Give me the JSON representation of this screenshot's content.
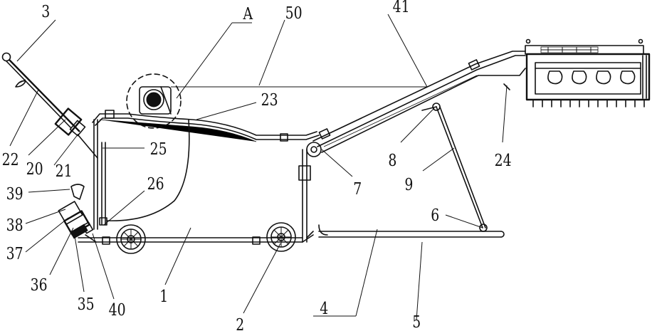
{
  "labels": [
    {
      "id": "3",
      "text": "3"
    },
    {
      "id": "A",
      "text": "A"
    },
    {
      "id": "50",
      "text": "50"
    },
    {
      "id": "41",
      "text": "41"
    },
    {
      "id": "23",
      "text": "23"
    },
    {
      "id": "25",
      "text": "25"
    },
    {
      "id": "22",
      "text": "22"
    },
    {
      "id": "20",
      "text": "20"
    },
    {
      "id": "21",
      "text": "21"
    },
    {
      "id": "26",
      "text": "26"
    },
    {
      "id": "39",
      "text": "39"
    },
    {
      "id": "38",
      "text": "38"
    },
    {
      "id": "37",
      "text": "37"
    },
    {
      "id": "36",
      "text": "36"
    },
    {
      "id": "35",
      "text": "35"
    },
    {
      "id": "40",
      "text": "40"
    },
    {
      "id": "1",
      "text": "1"
    },
    {
      "id": "2",
      "text": "2"
    },
    {
      "id": "4",
      "text": "4"
    },
    {
      "id": "5",
      "text": "5"
    },
    {
      "id": "6",
      "text": "6"
    },
    {
      "id": "7",
      "text": "7"
    },
    {
      "id": "8",
      "text": "8"
    },
    {
      "id": "9",
      "text": "9"
    },
    {
      "id": "24",
      "text": "24"
    }
  ]
}
